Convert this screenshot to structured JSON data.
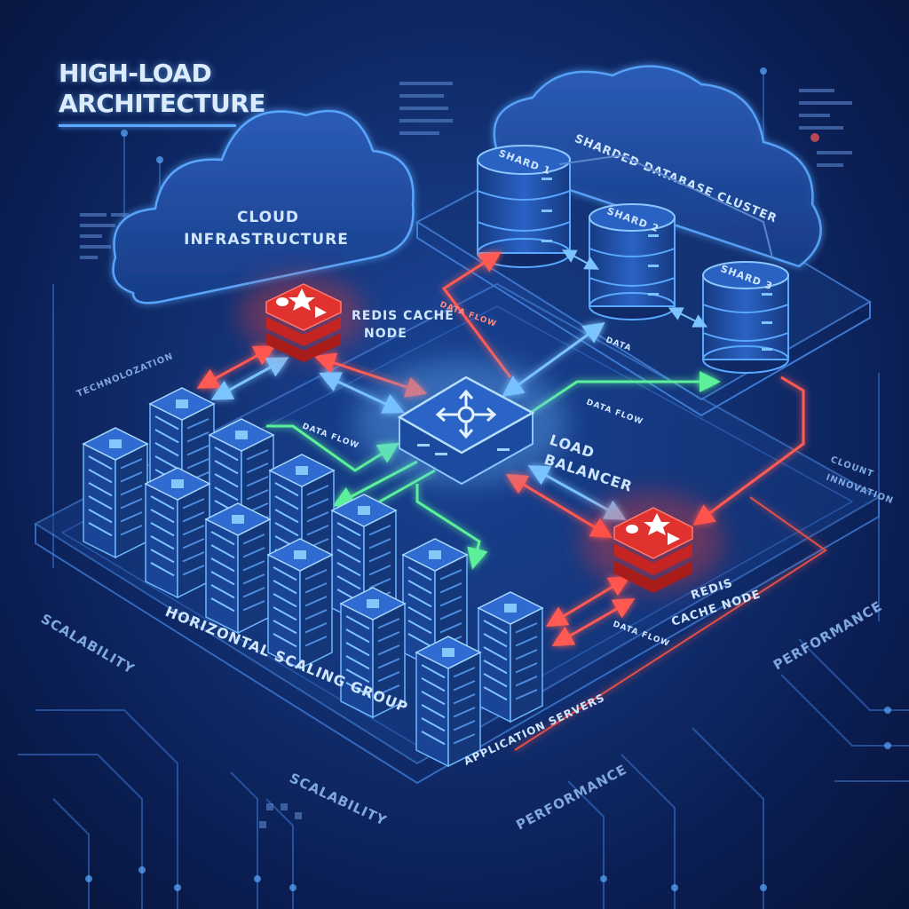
{
  "title_lines": [
    "HIGH-LOAD",
    "ARCHITECTURE"
  ],
  "labels": {
    "cloud_infrastructure_1": "CLOUD",
    "cloud_infrastructure_2": "INFRASTRUCTURE",
    "sharded_cluster": "SHARDED DATABASE CLUSTER",
    "shard_1": "SHARD 1",
    "shard_2": "SHARD 2",
    "shard_3": "SHARD 3",
    "redis_top_1": "REDIS CACHE",
    "redis_top_2": "NODE",
    "redis_bottom_1": "REDIS",
    "redis_bottom_2": "CACHE NODE",
    "load_balancer_1": "LOAD",
    "load_balancer_2": "BALANCER",
    "data_flow_a": "DATA FLOW",
    "data_flow_b": "DATA FLOW",
    "data_flow_c": "DATA FLOW",
    "data_flow_d": "DATA FLOW",
    "data_mid": "DATA",
    "horizontal_group": "HORIZONTAL SCALING GROUP",
    "application_servers": "APPLICATION SERVERS",
    "technology": "TECHNOLOZATION",
    "cloud_innovation_1": "CLOUNT",
    "cloud_innovation_2": "INNOVATION",
    "scalability_left": "SCALABILITY",
    "scalability_bottom": "SCALABILITY",
    "performance_right": "PERFORMANCE",
    "performance_bottom": "PERFORMANCE"
  },
  "colors": {
    "background": "#0b1f55",
    "accent_blue": "#5aa9ff",
    "redis_red": "#e0322f",
    "flow_green": "#4fe08a",
    "flow_red": "#e0504a",
    "flow_blue": "#6db8ff"
  },
  "icons": {
    "load_balancer": "four-arrows-hub-icon",
    "redis": "redis-logo-icon",
    "database": "database-cylinder-icon",
    "server": "server-rack-icon",
    "cloud": "cloud-icon"
  }
}
